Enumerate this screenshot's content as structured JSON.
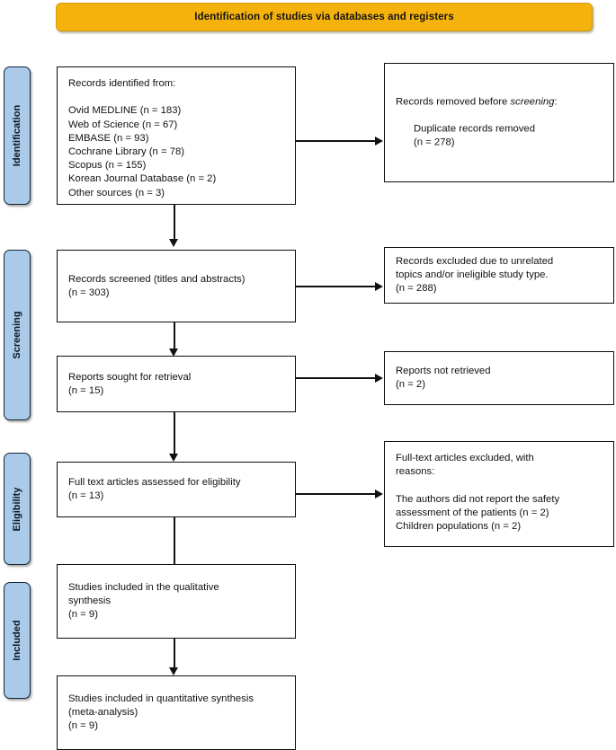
{
  "banner": {
    "title": "Identification of studies via databases and registers"
  },
  "stages": [
    {
      "label": "Identification"
    },
    {
      "label": "Screening"
    },
    {
      "label": "Eligibility"
    },
    {
      "label": "Included"
    }
  ],
  "boxes": {
    "records_identified": {
      "lines": [
        "Records identified from:",
        "",
        "Ovid MEDLINE (n = 183)",
        "Web of Science (n = 67)",
        "EMBASE (n = 93)",
        "Cochrane Library (n = 78)",
        "Scopus (n = 155)",
        "Korean Journal Database (n = 2)",
        "Other sources (n = 3)"
      ]
    },
    "records_removed": {
      "heading_prefix": "Records removed before ",
      "heading_italic": "screening",
      "heading_suffix": ":",
      "detail_line1": "Duplicate records removed",
      "detail_line2": "(n = 278)"
    },
    "records_screened": {
      "line1": "Records screened (titles and abstracts)",
      "line2": "(n = 303)"
    },
    "records_excluded": {
      "line1": "Records excluded due to unrelated",
      "line2": "topics and/or ineligible study type.",
      "line3": "(n = 288)"
    },
    "reports_sought": {
      "line1": "Reports sought for retrieval",
      "line2": "(n = 15)"
    },
    "reports_not_retrieved": {
      "line1": "Reports not retrieved",
      "line2": "(n = 2)"
    },
    "fulltext_assessed": {
      "line1": "Full text articles assessed for eligibility",
      "line2": "(n = 13)"
    },
    "fulltext_excluded": {
      "line1": "Full-text articles excluded, with",
      "line2": "reasons:",
      "line3": "The authors did not report the safety",
      "line4": "assessment of the patients (n = 2)",
      "line5": "Children populations (n = 2)"
    },
    "qualitative": {
      "line1": "Studies included in the qualitative",
      "line2": "synthesis",
      "line3": "(n = 9)"
    },
    "quantitative": {
      "line1": "Studies included in quantitative synthesis",
      "line2": "(meta-analysis)",
      "line3": "(n = 9)"
    }
  },
  "colors": {
    "banner_fill": "#f5b20c",
    "banner_border": "#d29a0a",
    "pill_fill": "#a9cbe9",
    "pill_border": "#17263a",
    "box_border": "#0d0d0d",
    "text": "#111111"
  }
}
